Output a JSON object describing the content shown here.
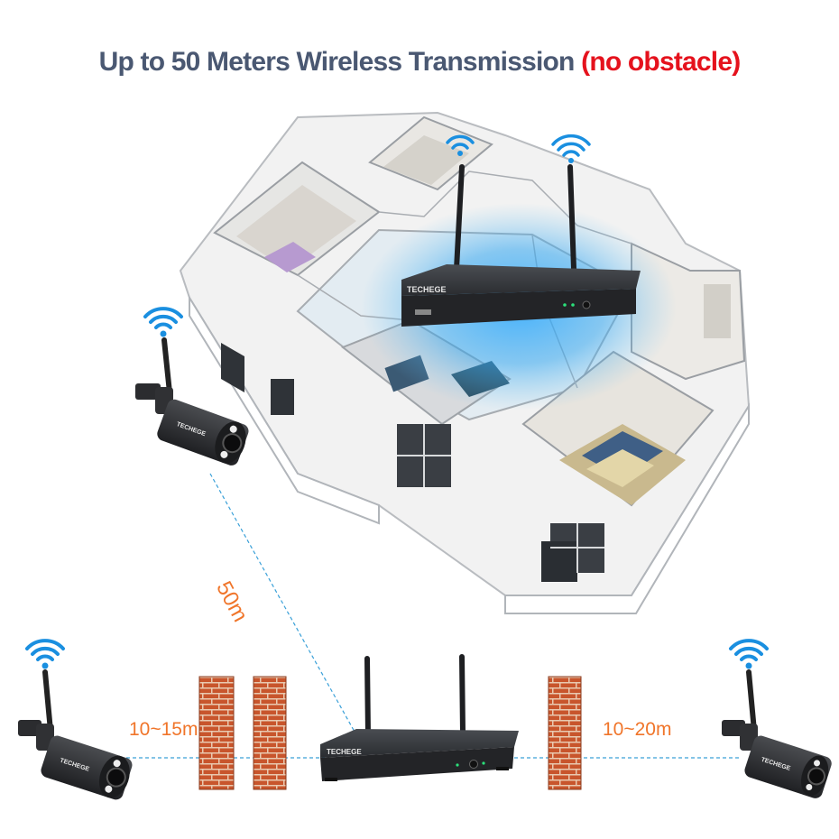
{
  "headline": {
    "main": "Up to 50 Meters Wireless Transmission",
    "note": "(no obstacle)"
  },
  "distances": {
    "camera_to_nvr": "50m",
    "left_through_walls": "10~15m",
    "right_through_walls": "10~20m"
  },
  "brand": "TECHEGE",
  "colors": {
    "headline": "#4a5872",
    "note": "#e5121d",
    "distance_text": "#f0752a",
    "link_line": "#3aa0d8",
    "wifi": "#1a8fe0",
    "brick": "#c8552c",
    "device_body": "#2b2d30",
    "signal_glow": "#2aa8ff"
  },
  "icons": [
    "wifi-icon",
    "bullet-camera",
    "nvr-recorder",
    "brick-wall",
    "isometric-house"
  ]
}
